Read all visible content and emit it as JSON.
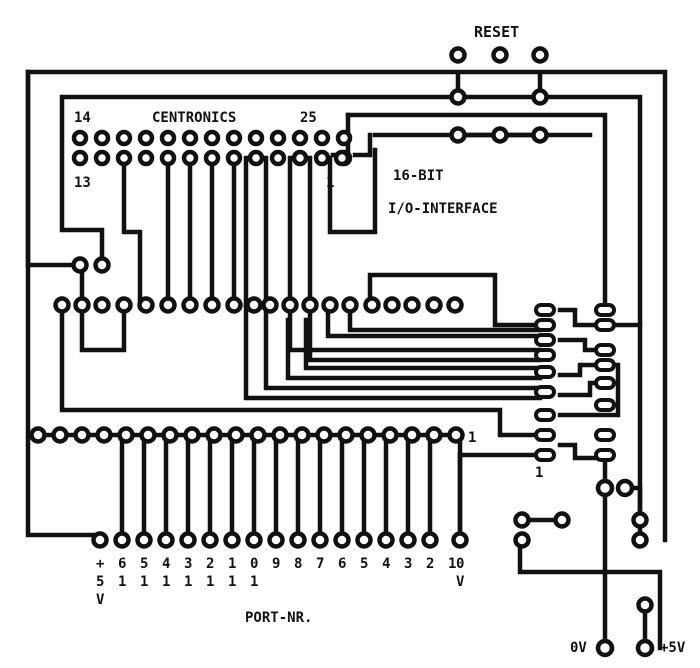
{
  "colors": {
    "ink": "#111111",
    "paper": "#ffffff"
  },
  "labels": {
    "reset": "RESET",
    "centronics": "CENTRONICS",
    "pin14": "14",
    "pin25": "25",
    "pin13": "13",
    "pin1_connector": "1",
    "title_line1": "16-BIT",
    "title_line2": "I/O-INTERFACE",
    "pin1_bottom_row": "1",
    "pin1_ic": "1",
    "port_nr": "PORT-NR.",
    "gnd": "0V",
    "vcc": "+5V"
  },
  "port_labels": [
    [
      "+",
      "5",
      "V"
    ],
    [
      "6",
      "1"
    ],
    [
      "5",
      "1"
    ],
    [
      "4",
      "1"
    ],
    [
      "3",
      "1"
    ],
    [
      "2",
      "1"
    ],
    [
      "1",
      "1"
    ],
    [
      "0",
      "1"
    ],
    [
      "9"
    ],
    [
      "8"
    ],
    [
      "7"
    ],
    [
      "6"
    ],
    [
      "5"
    ],
    [
      "4"
    ],
    [
      "3"
    ],
    [
      "2"
    ],
    [
      "1"
    ],
    [
      "0",
      "V"
    ]
  ]
}
